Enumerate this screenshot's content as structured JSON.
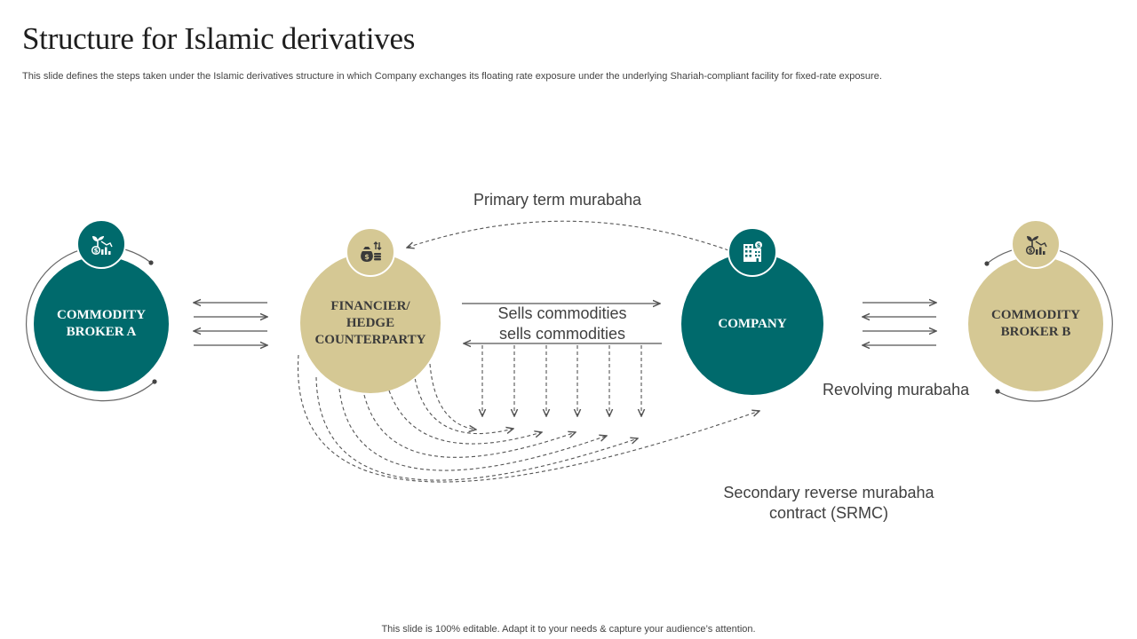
{
  "slide": {
    "title": "Structure for Islamic derivatives",
    "subtitle": "This slide defines the steps taken under the Islamic derivatives structure in which Company exchanges its floating rate exposure under the underlying Shariah-compliant facility for fixed-rate  exposure.",
    "footer": "This slide is 100% editable. Adapt it to your needs & capture your audience’s attention."
  },
  "nodes": {
    "broker_a": {
      "line1": "COMMODITY",
      "line2": "BROKER A",
      "icon": "plant-money-chart-icon"
    },
    "financier": {
      "line1": "FINANCIER/",
      "line2": "HEDGE",
      "line3": "COUNTERPARTY",
      "icon": "money-bag-coins-icon"
    },
    "company": {
      "line1": "COMPANY",
      "icon": "office-building-icon"
    },
    "broker_b": {
      "line1": "COMMODITY",
      "line2": "BROKER B",
      "icon": "plant-money-chart-icon"
    }
  },
  "labels": {
    "primary": "Primary term murabaha",
    "sells_1": "Sells commodities",
    "sells_2": "sells commodities",
    "revolving": "Revolving murabaha",
    "secondary_1": "Secondary reverse murabaha",
    "secondary_2": "contract (SRMC)"
  },
  "colors": {
    "teal": "#006a6c",
    "tan": "#d5c894",
    "arrow": "#555555"
  }
}
